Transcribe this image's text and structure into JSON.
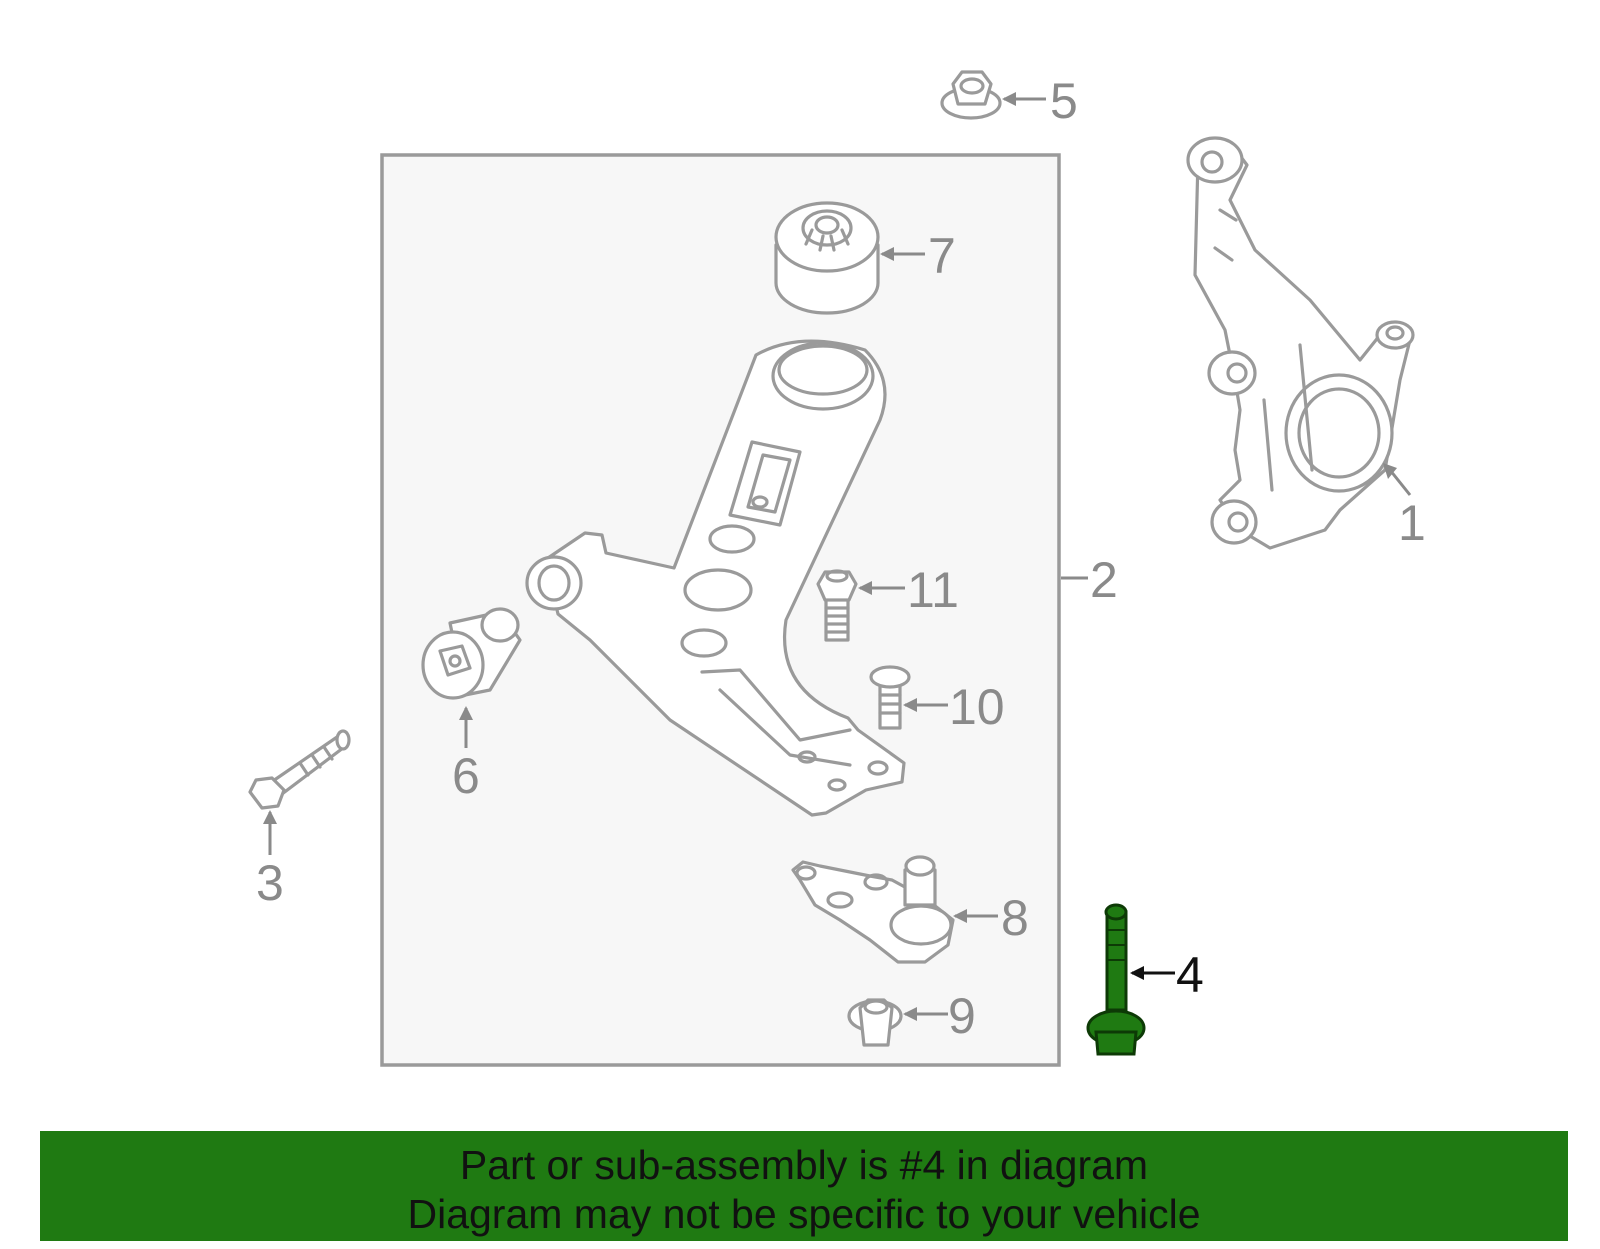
{
  "callouts": {
    "n1": "1",
    "n2": "2",
    "n3": "3",
    "n4": "4",
    "n5": "5",
    "n6": "6",
    "n7": "7",
    "n8": "8",
    "n9": "9",
    "n10": "10",
    "n11": "11"
  },
  "banner": {
    "line1": "Part or sub-assembly is #4 in diagram",
    "line2": "Diagram may not be specific to your vehicle"
  },
  "colors": {
    "highlight": "#1f7a12",
    "banner": "#1f7a12",
    "part_outline": "#9a9a9a",
    "box_fill": "#f7f7f7"
  }
}
